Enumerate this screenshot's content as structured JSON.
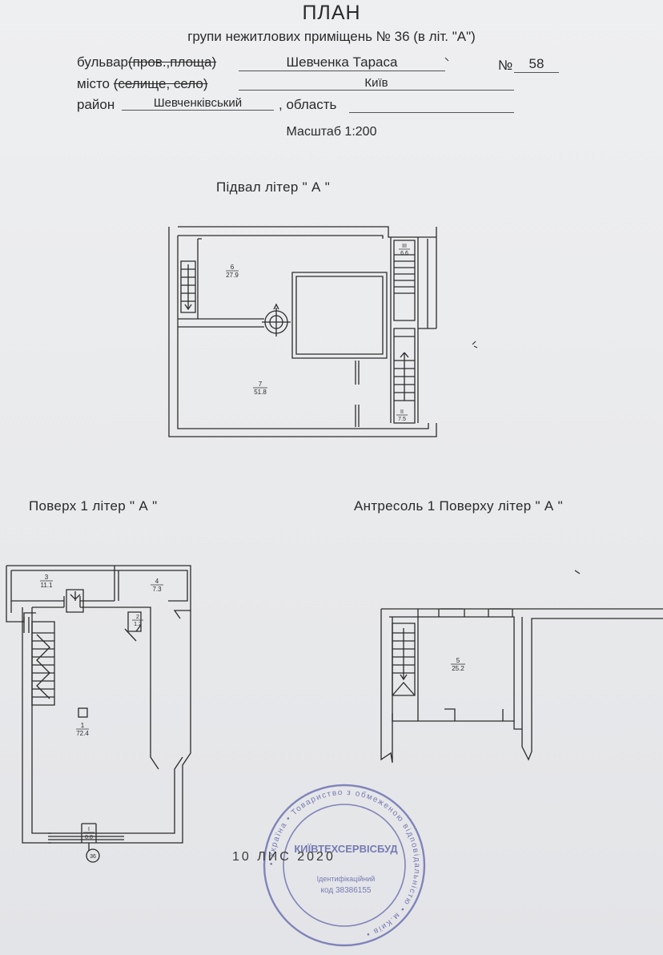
{
  "header": {
    "title": "ПЛАН",
    "subtitle": "групи нежитлових приміщень № 36 (в літ. \"А\")",
    "street_label_prefix": "бульвар",
    "street_label_struck": "(пров.,площа)",
    "street_value": "Шевченка Тараса",
    "number_label": "№",
    "number_value": "58",
    "city_label": "місто",
    "city_label_struck": "(селище, село)",
    "city_value": "Київ",
    "district_label": "район",
    "district_value": "Шевченківський",
    "region_label": ", область",
    "scale": "Масштаб 1:200"
  },
  "sections": {
    "basement": "Підвал літер \" А \"",
    "floor1": "Поверх  1  літер \" А \"",
    "mezzanine": "Антресоль  1 Поверху  літер \" А \""
  },
  "rooms": {
    "basement": [
      {
        "num": "6",
        "area": "27.9"
      },
      {
        "num": "7",
        "area": "51.8"
      },
      {
        "num": "III",
        "area": "6.6"
      },
      {
        "num": "II",
        "area": "7.5"
      }
    ],
    "floor1": [
      {
        "num": "3",
        "area": "11.1"
      },
      {
        "num": "4",
        "area": "7.3"
      },
      {
        "num": "2",
        "area": "1.2"
      },
      {
        "num": "1",
        "area": "72.4"
      },
      {
        "num": "I",
        "area": "0.8"
      }
    ],
    "mezzanine": [
      {
        "num": "5",
        "area": "25.2"
      }
    ],
    "group_marker": "36"
  },
  "footer": {
    "date_text": "10 ЛИС 2020",
    "stamp_name": "КИЇВТЕХСЕРВІСБУД",
    "stamp_ring_text": "• Україна • Товариство з обмеженою відповідальністю • м.Київ •",
    "stamp_id_label": "Ідентифікаційний",
    "stamp_code": "код 38386155"
  }
}
